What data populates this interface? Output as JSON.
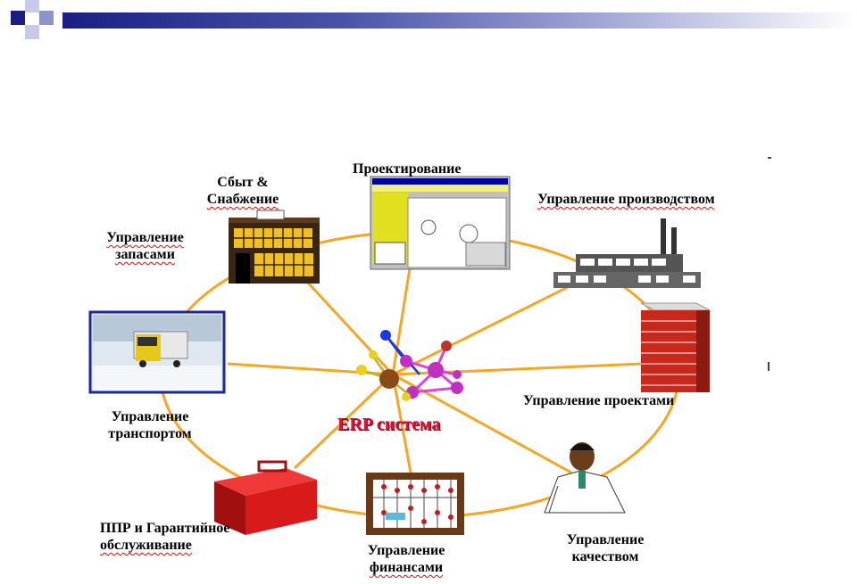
{
  "center_label": "ERP система",
  "nodes": {
    "sales": {
      "line1": "Сбыт  &",
      "line2": "Снабжение"
    },
    "design": {
      "label": "Проектирование"
    },
    "production": {
      "label": "Управление производством"
    },
    "inventory": {
      "line1": "Управление",
      "line2": "запасами"
    },
    "projects": {
      "label": "Управление проектами"
    },
    "transport": {
      "line1": "Управление",
      "line2": "транспортом"
    },
    "maintenance": {
      "line1": "ППР и Гарантийное",
      "line2": "обслуживание"
    },
    "finance": {
      "line1": "Управление",
      "line2": "финансами"
    },
    "quality": {
      "line1": "Управление",
      "line2": "качеством"
    }
  },
  "colors": {
    "connector": "#f5a623",
    "header_dark": "#1b1f83",
    "erp_text": "#e0103a"
  }
}
